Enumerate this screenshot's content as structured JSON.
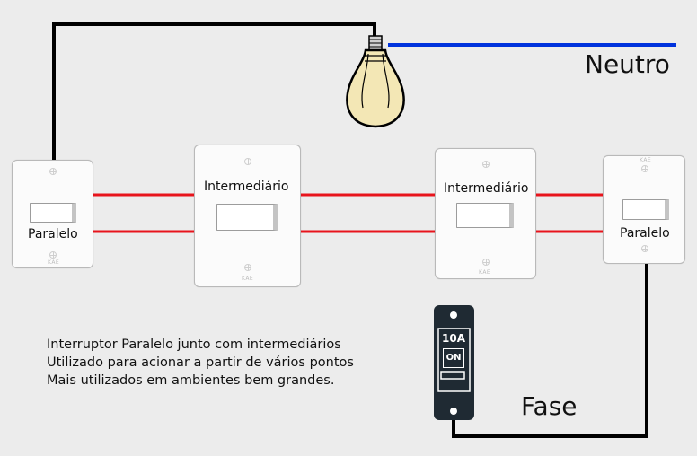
{
  "title_labels": {
    "neutro": "Neutro",
    "fase": "Fase"
  },
  "switches": [
    {
      "label": "Paralelo",
      "brand": "KAE"
    },
    {
      "label": "Intermediário",
      "brand": "KAE"
    },
    {
      "label": "Intermediário",
      "brand": "KAE"
    },
    {
      "label": "Paralelo",
      "brand": "KAE"
    }
  ],
  "breaker": {
    "rating": "10A",
    "state": "ON"
  },
  "description": [
    "Interruptor Paralelo junto com intermediários",
    "Utilizado para acionar a partir de vários pontos",
    "Mais utilizados em ambientes bem grandes."
  ],
  "colors": {
    "neutral_wire": "#0033dd",
    "traveler_wire": "#e8141c",
    "phase_return_wire": "#000000",
    "bulb_fill": "#f3e7b5",
    "breaker_body": "#1f2a33"
  }
}
